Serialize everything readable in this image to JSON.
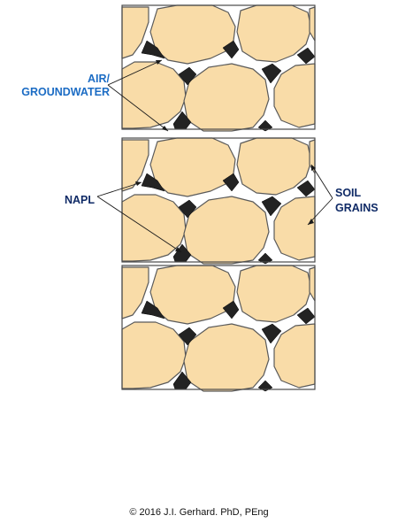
{
  "labels": {
    "air_groundwater_line1": "AIR/",
    "air_groundwater_line2": "GROUNDWATER",
    "napl": "NAPL",
    "soil_line1": "SOIL",
    "soil_line2": "GRAINS"
  },
  "copyright": "© 2016 J.I. Gerhard.  PhD, PEng",
  "colors": {
    "grain_fill": "#f9dca8",
    "grain_outline": "#5a5a5a",
    "napl_fill": "#232323",
    "label_blue": "#1c6cc4",
    "label_navy": "#0f2a66"
  }
}
